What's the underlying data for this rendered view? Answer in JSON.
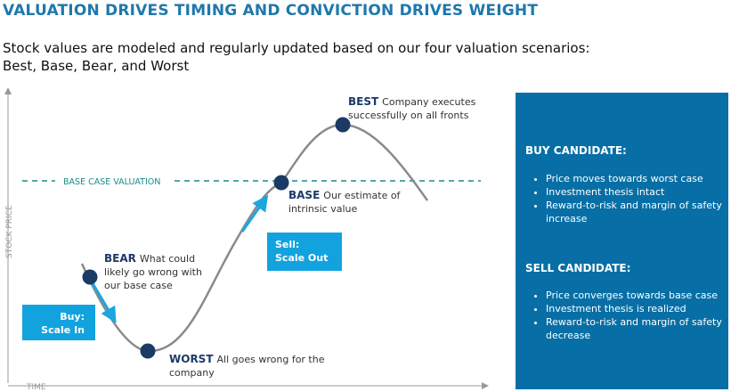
{
  "header": {
    "title": "VALUATION DRIVES TIMING AND CONVICTION DRIVES WEIGHT",
    "subtitle_line1": "Stock values are modeled and regularly updated based on our four valuation scenarios:",
    "subtitle_line2": "Best, Base, Bear, and Worst"
  },
  "diagram": {
    "y_axis_label": "STOCK PRICE",
    "x_axis_label": "TIME",
    "base_case_label": "BASE CASE VALUATION",
    "colors": {
      "curve": "#8a8a8a",
      "point": "#1b3a66",
      "dashed": "#1a8a8a",
      "arrow": "#1aa7e0",
      "axis": "#999999"
    },
    "points": [
      {
        "name": "BEAR",
        "text": "What could likely go wrong with our base case"
      },
      {
        "name": "WORST",
        "text": "All goes wrong for the company"
      },
      {
        "name": "BASE",
        "text": "Our estimate of intrinsic value"
      },
      {
        "name": "BEST",
        "text": "Company executes successfully on all fronts"
      }
    ],
    "buy_box": {
      "line1": "Buy:",
      "line2": "Scale In"
    },
    "sell_box": {
      "line1": "Sell:",
      "line2": "Scale Out"
    }
  },
  "panel": {
    "buy_heading": "BUY CANDIDATE:",
    "buy_items": [
      "Price moves towards worst case",
      "Investment thesis intact",
      "Reward-to-risk and margin of safety increase"
    ],
    "sell_heading": "SELL CANDIDATE:",
    "sell_items": [
      "Price converges towards base case",
      "Investment thesis is realized",
      "Reward-to-risk and margin of safety decrease"
    ]
  }
}
